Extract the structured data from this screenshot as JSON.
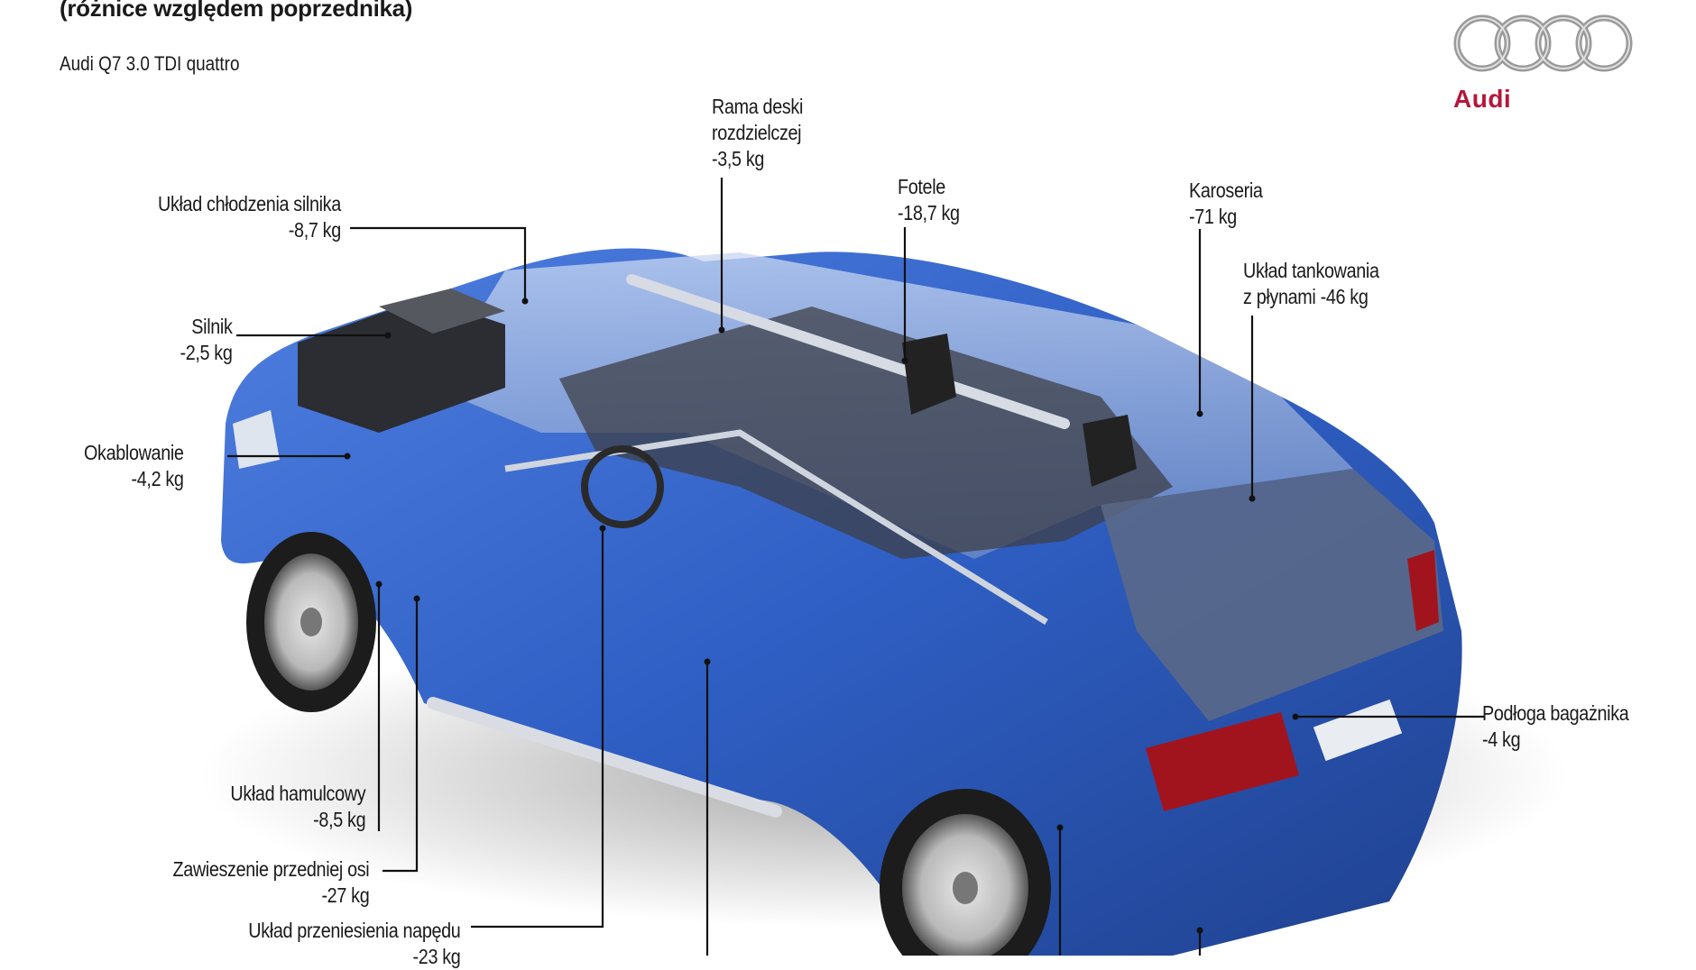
{
  "header": {
    "title": "(różnice względem poprzednika)",
    "subtitle": "Audi Q7 3.0 TDI quattro"
  },
  "brand": {
    "name": "Audi",
    "color": "#b5163b"
  },
  "colors": {
    "body_blue": "#2f5fc4",
    "leader_line": "#111111"
  },
  "labels": {
    "cooling": {
      "name": "Układ chłodzenia silnika",
      "value": "-8,7 kg"
    },
    "engine": {
      "name": "Silnik",
      "value": "-2,5 kg"
    },
    "wiring": {
      "name": "Okablowanie",
      "value": "-4,2 kg"
    },
    "dashboard": {
      "line1": "Rama deski",
      "line2": "rozdzielczej",
      "value": "-3,5 kg"
    },
    "seats": {
      "name": "Fotele",
      "value": "-18,7 kg"
    },
    "body": {
      "name": "Karoseria",
      "value": "-71 kg"
    },
    "fuel": {
      "line1": "Układ tankowania",
      "line2": "z płynami -46 kg"
    },
    "trunk": {
      "name": "Podłoga bagażnika",
      "value": "-4 kg"
    },
    "brakes": {
      "name": "Układ hamulcowy",
      "value": "-8,5 kg"
    },
    "front_axle": {
      "name": "Zawieszenie przedniej osi",
      "value": "-27 kg"
    },
    "drivetrain": {
      "name": "Układ przeniesienia napędu",
      "value": "-23 kg"
    }
  }
}
